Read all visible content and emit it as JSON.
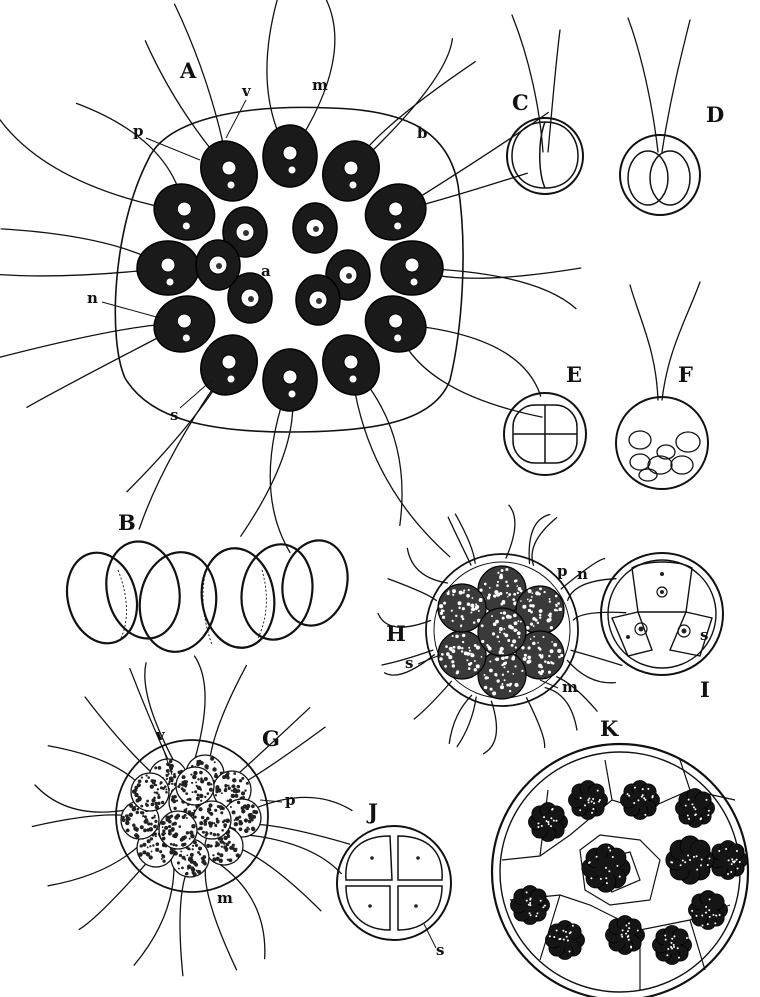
{
  "figures": {
    "A": {
      "label": "A",
      "parts": {
        "v": "v",
        "m": "m",
        "p": "p",
        "b": "b",
        "a": "a",
        "n": "n",
        "s": "s"
      }
    },
    "B": {
      "label": "B"
    },
    "C": {
      "label": "C"
    },
    "D": {
      "label": "D"
    },
    "E": {
      "label": "E"
    },
    "F": {
      "label": "F"
    },
    "G": {
      "label": "G",
      "parts": {
        "v": "v",
        "p": "p",
        "m": "m"
      }
    },
    "H": {
      "label": "H",
      "parts": {
        "p": "p",
        "n": "n",
        "s": "s",
        "m": "m"
      }
    },
    "I": {
      "label": "I",
      "parts": {
        "s": "s"
      }
    },
    "J": {
      "label": "J",
      "parts": {
        "s": "s"
      }
    },
    "K": {
      "label": "K"
    }
  },
  "colors": {
    "ink": "#111111",
    "paper": "#ffffff"
  }
}
